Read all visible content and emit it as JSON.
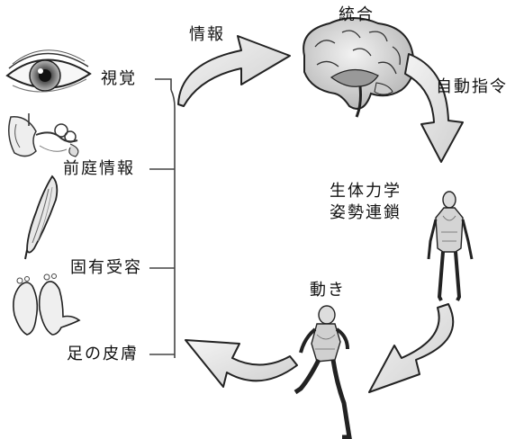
{
  "inputs": {
    "vision": "視覚",
    "vestibular": "前庭情報",
    "proprioception": "固有受容",
    "foot_skin": "足の皮膚"
  },
  "flow": {
    "info": "情報",
    "integration": "統合",
    "auto_command": "自動指令",
    "biomech_line1": "生体力学",
    "biomech_line2": "姿勢連鎖",
    "movement": "動き"
  }
}
